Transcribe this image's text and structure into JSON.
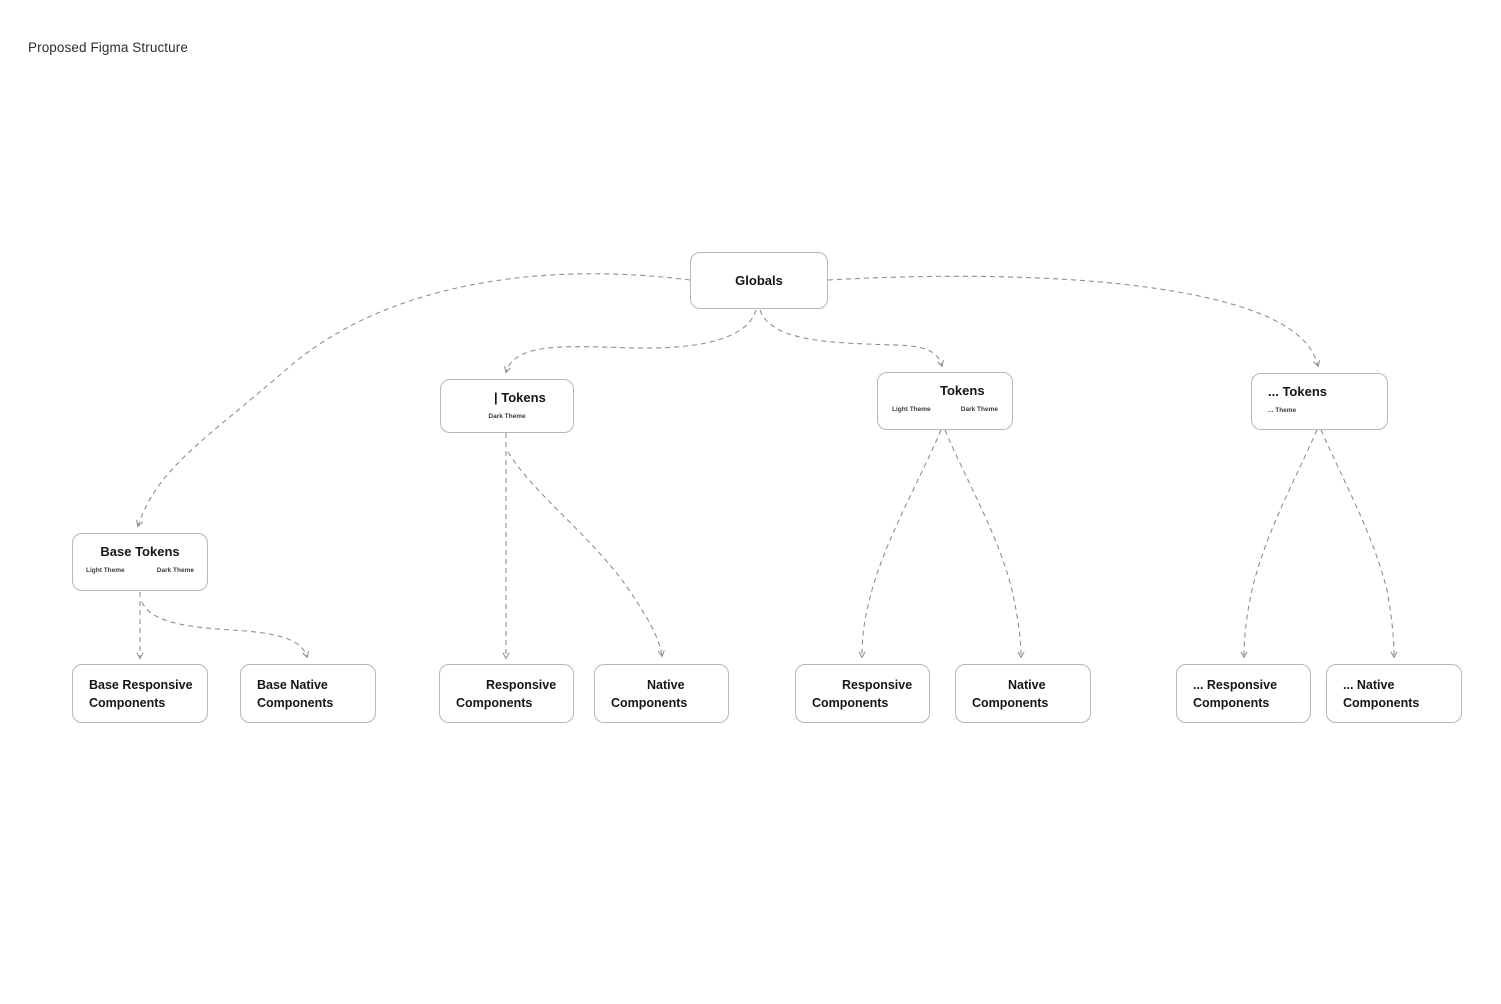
{
  "page": {
    "title": "Proposed Figma Structure"
  },
  "colors": {
    "background": "#ffffff",
    "box_border": "#b7b7b7",
    "connector": "#8f8f8f",
    "title_text": "#161616",
    "theme_text": "#3c3c3c"
  },
  "diagram": {
    "nodes": {
      "globals": {
        "title": "Globals"
      },
      "tokens_1": {
        "title": "| Tokens",
        "themes": [
          "Dark Theme"
        ]
      },
      "tokens_2": {
        "title": "Tokens",
        "themes": [
          "Light Theme",
          "Dark Theme"
        ]
      },
      "tokens_3": {
        "title": "... Tokens",
        "themes": [
          "... Theme"
        ]
      },
      "base_tokens": {
        "title": "Base Tokens",
        "themes": [
          "Light Theme",
          "Dark Theme"
        ]
      },
      "base_responsive": {
        "lines": [
          "Base Responsive",
          "Components"
        ]
      },
      "base_native": {
        "lines": [
          "Base Native",
          "Components"
        ]
      },
      "responsive_1": {
        "lines": [
          "Responsive",
          "Components"
        ]
      },
      "native_1": {
        "lines": [
          "Native",
          "Components"
        ]
      },
      "responsive_2": {
        "lines": [
          "Responsive",
          "Components"
        ]
      },
      "native_2": {
        "lines": [
          "Native",
          "Components"
        ]
      },
      "responsive_3": {
        "lines": [
          "... Responsive",
          "Components"
        ]
      },
      "native_3": {
        "lines": [
          "... Native",
          "Components"
        ]
      }
    },
    "edges": [
      {
        "from": "globals",
        "to": "base_tokens"
      },
      {
        "from": "globals",
        "to": "tokens_1"
      },
      {
        "from": "globals",
        "to": "tokens_2"
      },
      {
        "from": "globals",
        "to": "tokens_3"
      },
      {
        "from": "base_tokens",
        "to": "base_responsive"
      },
      {
        "from": "base_tokens",
        "to": "base_native"
      },
      {
        "from": "tokens_1",
        "to": "responsive_1"
      },
      {
        "from": "tokens_1",
        "to": "native_1"
      },
      {
        "from": "tokens_2",
        "to": "responsive_2"
      },
      {
        "from": "tokens_2",
        "to": "native_2"
      },
      {
        "from": "tokens_3",
        "to": "responsive_3"
      },
      {
        "from": "tokens_3",
        "to": "native_3"
      }
    ]
  }
}
